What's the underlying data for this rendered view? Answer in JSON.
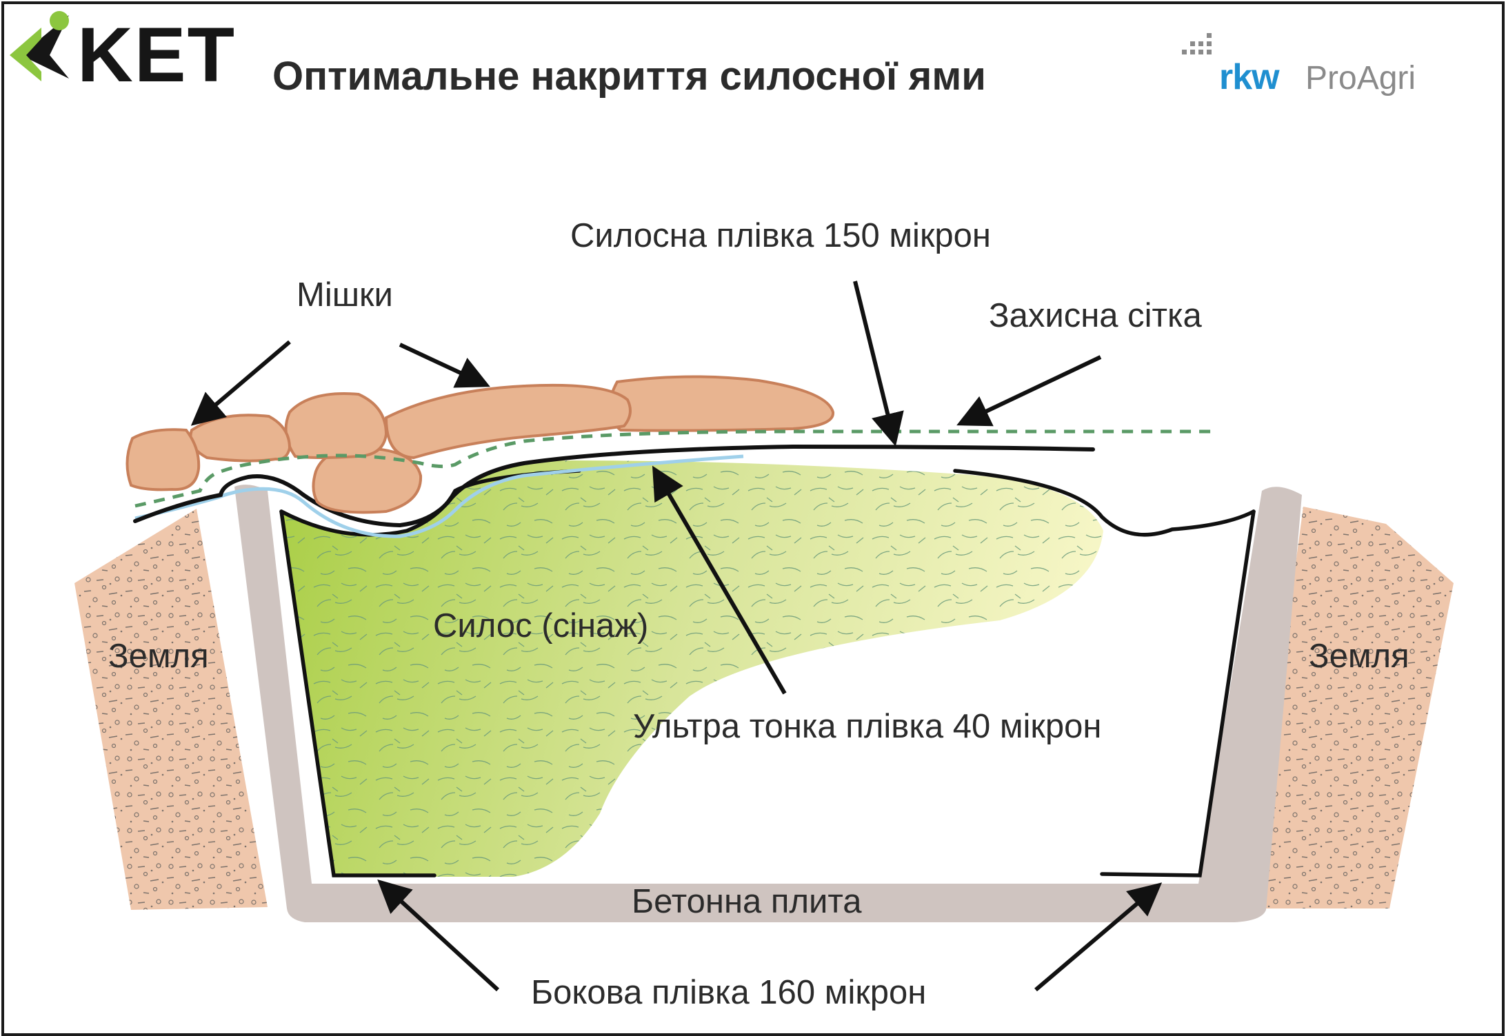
{
  "header": {
    "title": "Оптимальне накриття силосної ями",
    "logo_left": "KET",
    "logo_right_brand": "rkw",
    "logo_right_product": "ProAgri"
  },
  "labels": {
    "bags": "Мішки",
    "silage_film": "Силосна плівка 150 мікрон",
    "protective_net": "Захисна сітка",
    "silage": "Силос (сінаж)",
    "ultra_thin_film": "Ультра тонка плівка 40 мікрон",
    "earth_left": "Земля",
    "earth_right": "Земля",
    "concrete_slab": "Бетонна плита",
    "side_film": "Бокова плівка 160 мікрон"
  },
  "colors": {
    "earth": "#efc7ac",
    "bags_fill": "#e8b490",
    "bags_stroke": "#c8805a",
    "concrete": "#cfc4c0",
    "net": "#5a9a66",
    "thin_film": "#9fd0ea",
    "film": "#111111",
    "silage_dark": "#a9ce45",
    "silage_light": "#f6f6c6",
    "logo_green": "#8cc63f",
    "logo_blue": "#1f8fd0"
  }
}
